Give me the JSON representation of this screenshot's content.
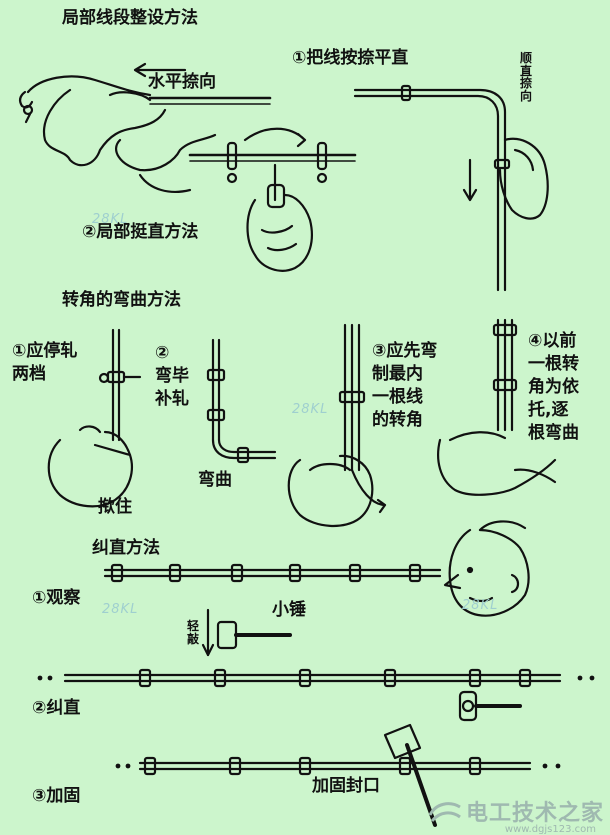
{
  "section_local": {
    "title": "局部线段整设方法",
    "step1": "①把线按捺平直",
    "side_vertical": "顺直捺向",
    "horizontal_direction": "水平捺向",
    "step2": "②局部挺直方法"
  },
  "section_corner": {
    "title": "转角的弯曲方法",
    "step1": "①应停轧\n两档",
    "step2": "②\n弯毕\n补轧",
    "step3": "③应先弯\n制最内\n一根线\n的转角",
    "step4": "④以前\n一根转\n角为依\n托,逐\n根弯曲",
    "press": "揿住",
    "bend": "弯曲"
  },
  "section_straighten": {
    "title": "纠直方法",
    "step1": "①观察",
    "light_tap": "轻敲",
    "hammer": "小锤",
    "step2": "②纠直",
    "step3": "③加固",
    "secure": "加固封口"
  },
  "watermark": "28KL",
  "logo": {
    "name": "电工技术之家",
    "url": "www.dgjs123.com"
  }
}
